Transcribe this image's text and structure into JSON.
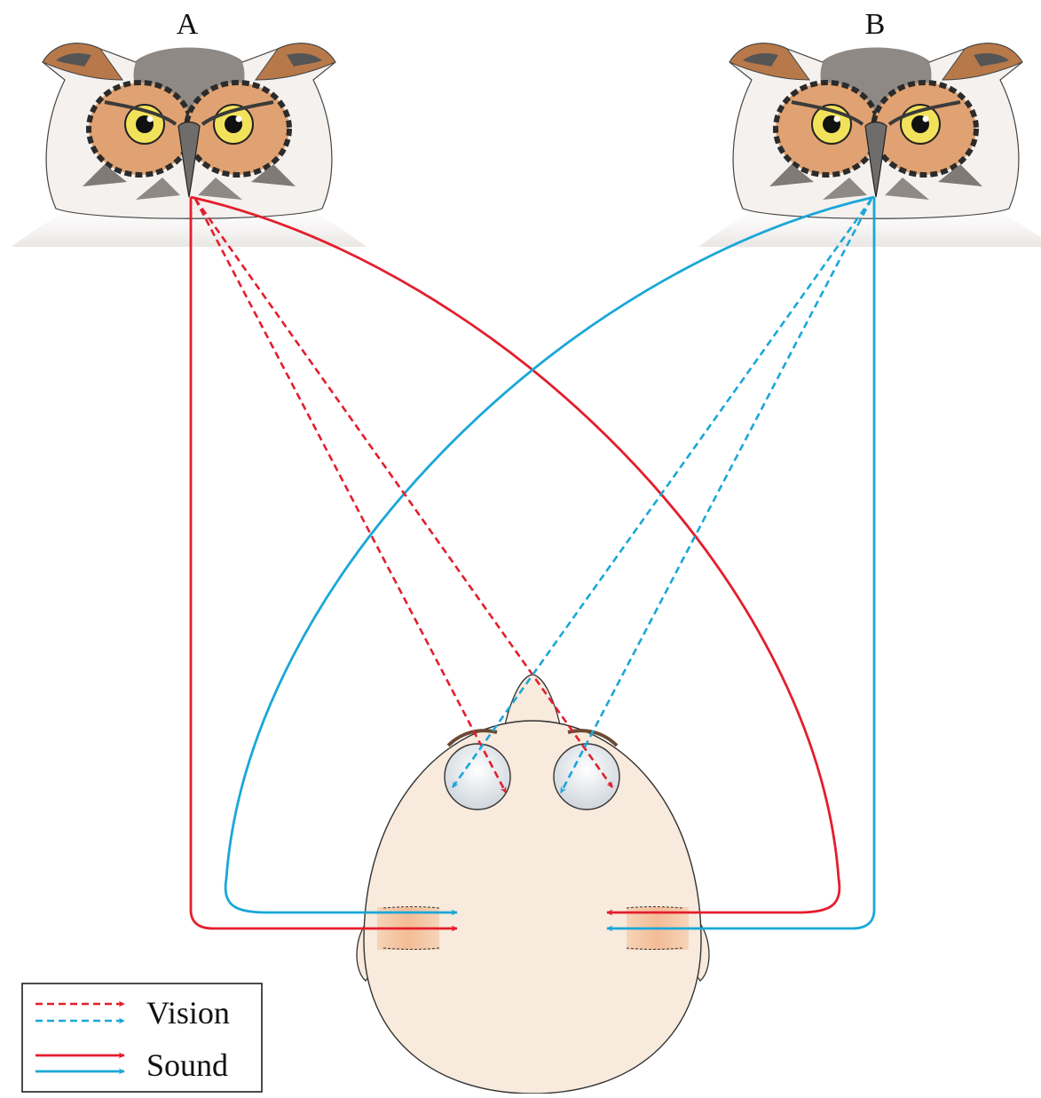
{
  "owls": [
    {
      "label": "A",
      "color": "#e31e2d"
    },
    {
      "label": "B",
      "color": "#1aa7d9"
    }
  ],
  "legend": {
    "items": [
      {
        "label": "Vision",
        "style": "dashed"
      },
      {
        "label": "Sound",
        "style": "solid"
      }
    ]
  },
  "colors": {
    "red": "#e31e2d",
    "blue": "#1aa7d9",
    "skin": "#f8eadc",
    "ear_orange": "#f2b48a",
    "owl_brown": "#b8794a",
    "owl_gray": "#7f7a76",
    "owl_eye": "#f2e25b"
  },
  "icons": [
    "owl-head-icon",
    "human-head-top-view-icon",
    "arrow-icon"
  ]
}
